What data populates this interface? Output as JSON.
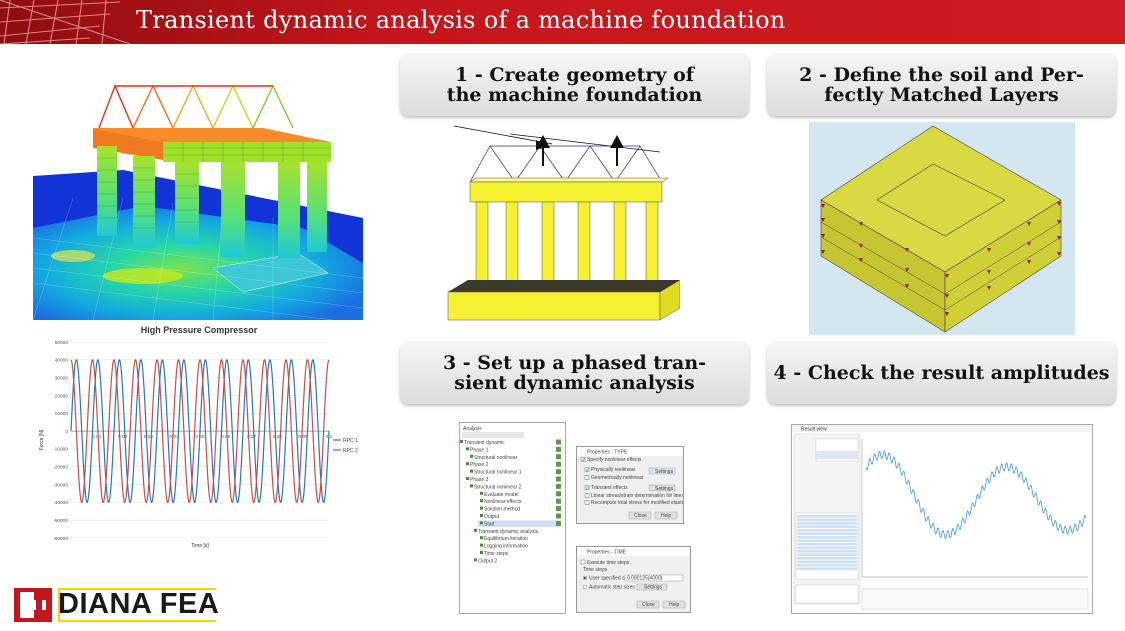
{
  "header": {
    "title": "Transient dynamic analysis of a machine foundation"
  },
  "steps": [
    {
      "line1": "1 - Create geometry of",
      "line2": "the machine foundation"
    },
    {
      "line1": "2 - Define the soil and Per-",
      "line2": "fectly Matched Layers"
    },
    {
      "line1": "3 - Set up a phased tran-",
      "line2": "sient dynamic analysis"
    },
    {
      "line1": "4 - Check the result amplitudes",
      "line2": ""
    }
  ],
  "chart": {
    "title": "High Pressure Compressor",
    "xlabel": "Time [s]",
    "ylabel": "Force [N]",
    "y_ticks": [
      "50000",
      "40000",
      "30000",
      "20000",
      "10000",
      "0",
      "-10000",
      "-20000",
      "-30000",
      "-40000",
      "-50000",
      "-60000"
    ],
    "x_ticks": [
      "0.01",
      "0.02",
      "0.03",
      "0.04",
      "0.05",
      "0.06",
      "0.07",
      "0.08",
      "0.09",
      "0.1"
    ],
    "legend": [
      "RPC 1",
      "RPC 2"
    ]
  },
  "chart_data": {
    "type": "line",
    "title": "High Pressure Compressor",
    "xlabel": "Time [s]",
    "ylabel": "Force [N]",
    "xlim": [
      0,
      0.1
    ],
    "ylim": [
      -60000,
      50000
    ],
    "series": [
      {
        "name": "RPC 1",
        "color": "#2e75b6",
        "amplitude": 40000,
        "frequency_hz": 120,
        "phase_deg": 0
      },
      {
        "name": "RPC 2",
        "color": "#c0504d",
        "amplitude": 40000,
        "frequency_hz": 120,
        "phase_deg": 90
      }
    ],
    "legend_position": "right",
    "grid": true
  },
  "analysis_tree": {
    "title": "Analysis",
    "items": [
      "Transient dynamic",
      "Phase 1",
      "Structural nonlinear",
      "Phase 2",
      "Structural nonlinear 1",
      "Phase 3",
      "Structural nonlinear 2",
      "Evaluate model",
      "Nonlinear effects",
      "Solution method",
      "Output",
      "Start",
      "Transient dynamic analysis",
      "Equilibrium iteration",
      "Logging information",
      "Time steps",
      "Output 2"
    ]
  },
  "dialog_type": {
    "title": "Properties - TYPE",
    "options": [
      "Specify nonlinear effects",
      "Physically nonlinear",
      "Geometrically nonlinear",
      "Transient effects",
      "Linear stress/strain determination for linear elements",
      "Recompute total stress for modified elasticity"
    ],
    "settings_label": "Settings",
    "close_label": "Close",
    "help_label": "Help"
  },
  "dialog_time": {
    "title": "Properties - TIME",
    "execute_label": "Execute time steps",
    "group_label": "Time steps",
    "user_label": "User specified sizes",
    "user_value": "0.000125(4000)",
    "auto_label": "Automatic step sizes",
    "settings_label": "Settings",
    "close_label": "Close",
    "help_label": "Help"
  },
  "result_window": {
    "title": "Result view"
  },
  "logo": {
    "text": "DIANA FEA"
  },
  "colors": {
    "brand_red": "#c4161c",
    "soil_yellow": "#d9d943",
    "foundation_yellow": "#f5f031"
  }
}
